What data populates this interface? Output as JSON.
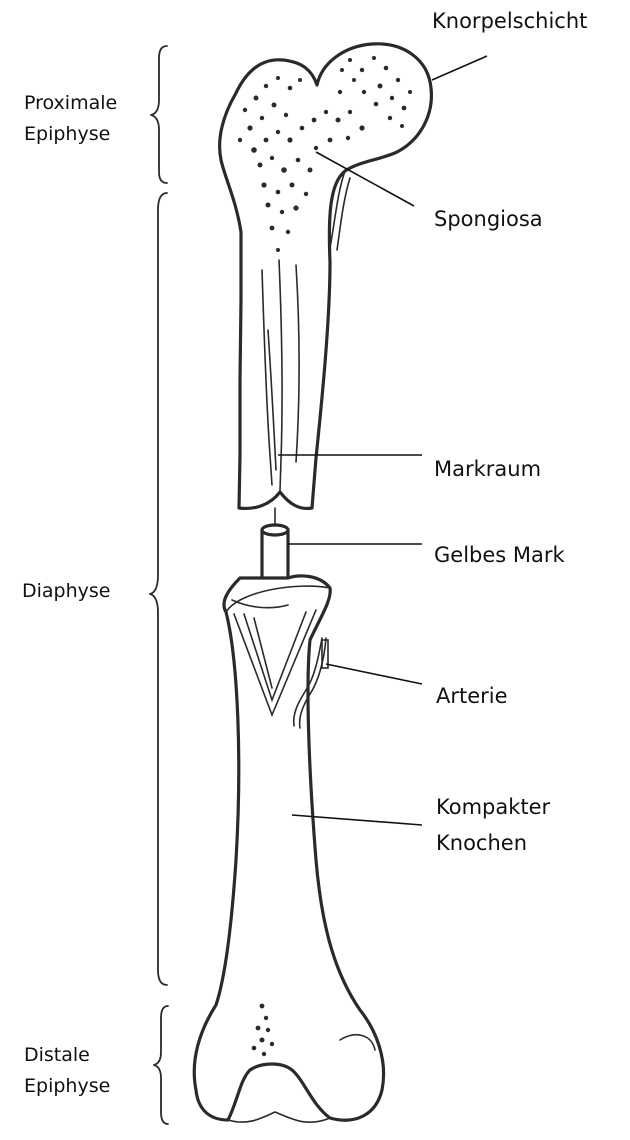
{
  "labels": {
    "right": {
      "knorpelschicht": "Knorpelschicht",
      "spongiosa": "Spongiosa",
      "markraum": "Markraum",
      "gelbes_mark": "Gelbes Mark",
      "arterie": "Arterie",
      "kompakter_knochen_line1": "Kompakter",
      "kompakter_knochen_line2": "Knochen"
    },
    "left": {
      "proximale_epiphyse_line1": "Proximale",
      "proximale_epiphyse_line2": "Epiphyse",
      "diaphyse": "Diaphyse",
      "distale_epiphyse_line1": "Distale",
      "distale_epiphyse_line2": "Epiphyse"
    }
  },
  "colors": {
    "ink": "#2a2a2a",
    "background": "#ffffff"
  }
}
